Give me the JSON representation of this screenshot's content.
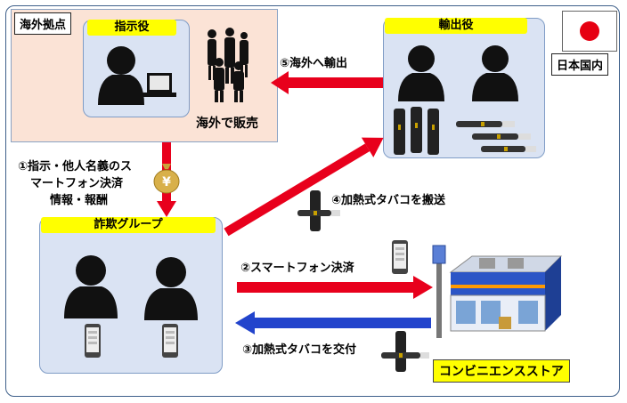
{
  "overseas": {
    "tag": "海外拠点",
    "director_header": "指示役",
    "sell_label": "海外で販売"
  },
  "japan": {
    "label": "日本国内",
    "flag_color": "#e60012"
  },
  "exporter": {
    "header": "輸出役"
  },
  "fraud_group": {
    "header": "詐欺グループ"
  },
  "store": {
    "label": "コンビニエンスストア"
  },
  "steps": {
    "s1_line1": "①指示・他人名義のス",
    "s1_line2": "マートフォン決済",
    "s1_line3": "情報・報酬",
    "s2": "②スマートフォン決済",
    "s3": "③加熱式タバコを交付",
    "s4": "④加熱式タバコを搬送",
    "s5": "⑤海外へ輸出"
  },
  "coin_symbol": "¥",
  "colors": {
    "red_arrow": "#e8001c",
    "blue_arrow": "#2244cc",
    "panel": "#dae3f3",
    "header_yellow": "#ffff00",
    "overseas_bg": "#fbe3d6"
  }
}
